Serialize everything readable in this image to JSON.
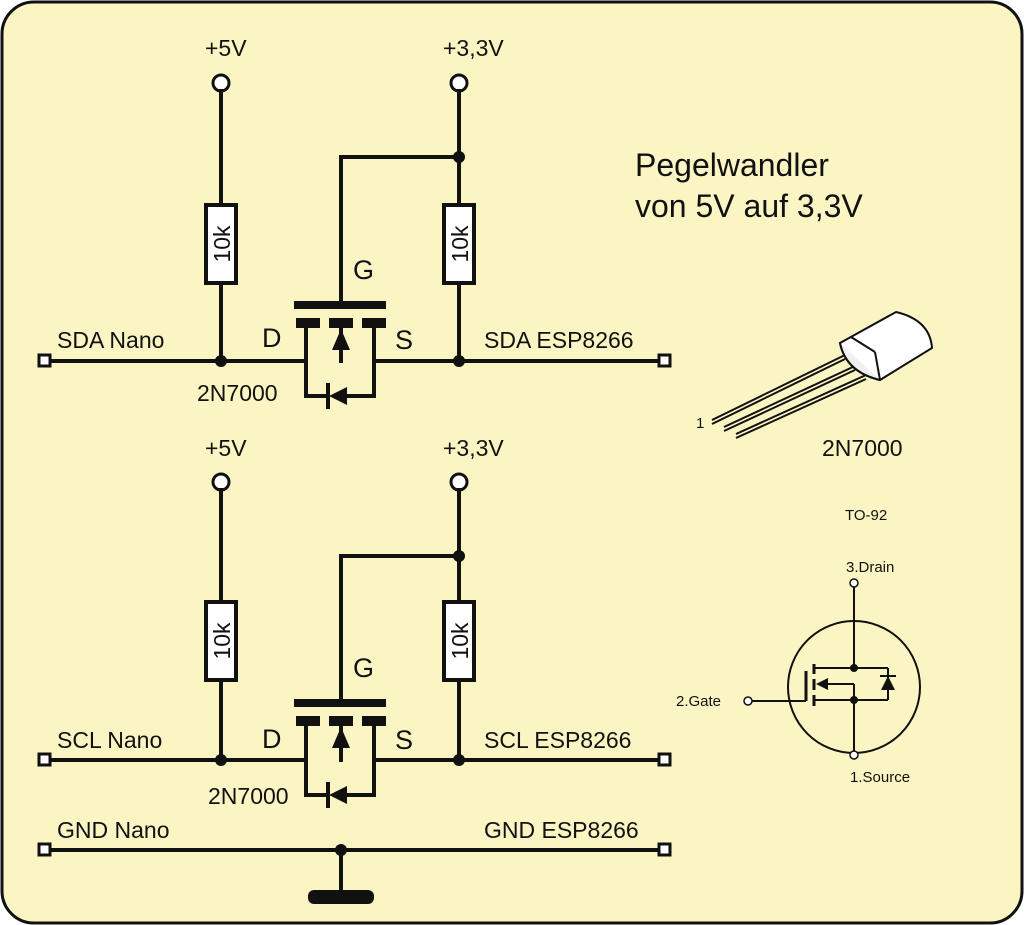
{
  "title": {
    "line1": "Pegelwandler",
    "line2": "von 5V auf 3,3V"
  },
  "channels": [
    {
      "nano_label": "SDA Nano",
      "esp_label": "SDA ESP8266",
      "vcc5_label": "+5V",
      "vcc33_label": "+3,3V",
      "r1_label": "10k",
      "r2_label": "10k",
      "gate_label": "G",
      "drain_label": "D",
      "source_label": "S",
      "mosfet_label": "2N7000"
    },
    {
      "nano_label": "SCL Nano",
      "esp_label": "SCL ESP8266",
      "vcc5_label": "+5V",
      "vcc33_label": "+3,3V",
      "r1_label": "10k",
      "r2_label": "10k",
      "gate_label": "G",
      "drain_label": "D",
      "source_label": "S",
      "mosfet_label": "2N7000"
    }
  ],
  "ground": {
    "nano_label": "GND Nano",
    "esp_label": "GND ESP8266"
  },
  "package": {
    "part_label": "2N7000",
    "package_label": "TO-92",
    "pin1_mark": "1",
    "drain_pin": "3.Drain",
    "gate_pin": "2.Gate",
    "source_pin": "1.Source"
  },
  "colors": {
    "background": "#fbf5c4",
    "border": "#111111",
    "line": "#111111"
  }
}
